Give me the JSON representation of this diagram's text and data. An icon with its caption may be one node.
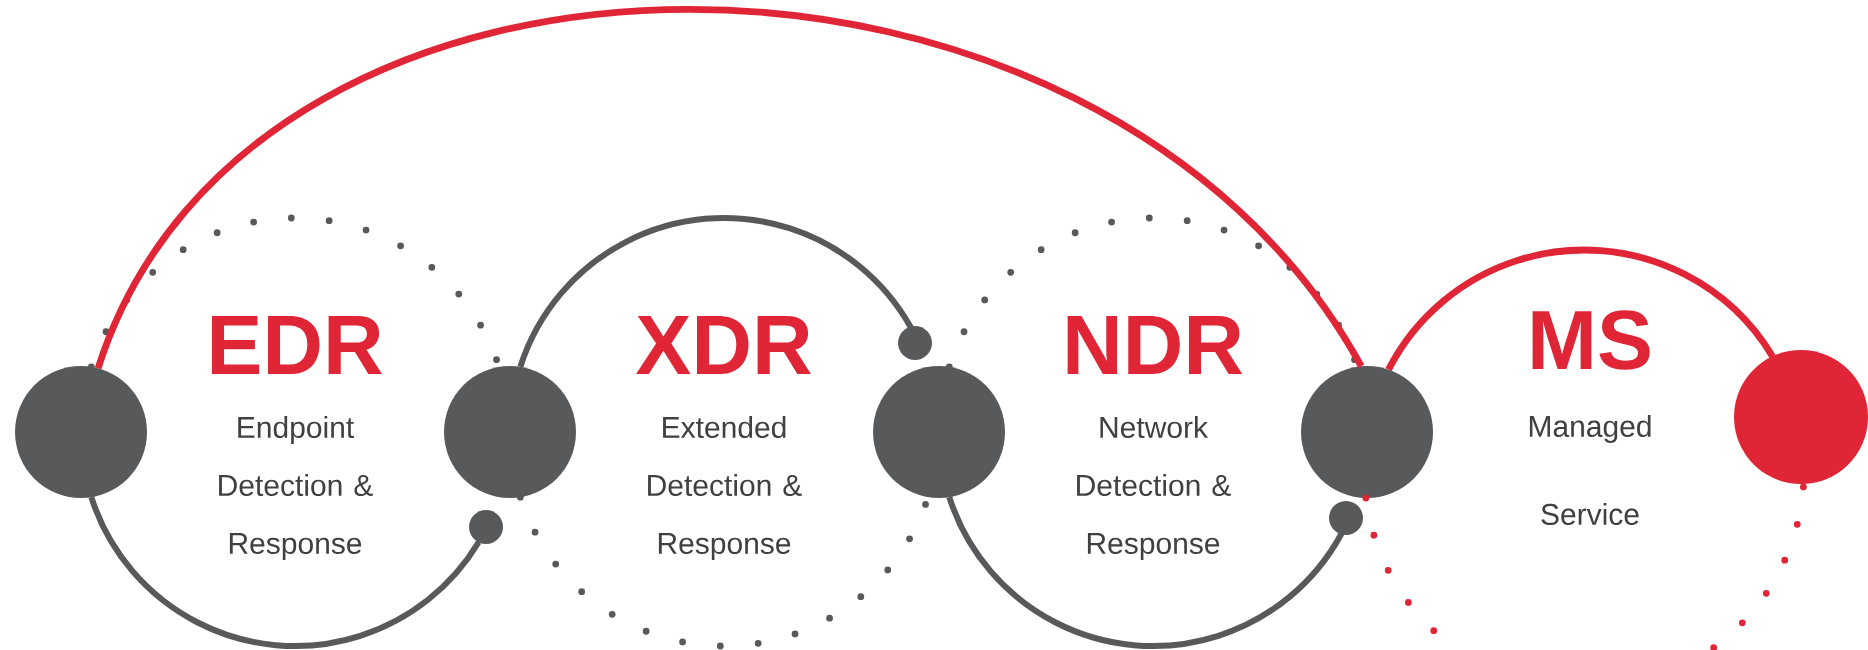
{
  "diagram": {
    "nodes": [
      {
        "text": [],
        "shape": "circle"
      },
      {
        "text": [],
        "shape": "circle"
      },
      {
        "text": [],
        "shape": "circle"
      },
      {
        "text": [],
        "shape": "circle"
      },
      {
        "text": [],
        "shape": "circle"
      },
      {
        "text": [],
        "shape": "circle"
      },
      {
        "text": [],
        "shape": "circle"
      },
      {
        "text": [],
        "shape": "circle"
      }
    ],
    "edges": [
      {
        "from": 0,
        "to": 1,
        "arrow": "none"
      },
      {
        "from": 0,
        "to": 2,
        "arrow": "none",
        "style": "dashed"
      },
      {
        "from": 2,
        "to": 3,
        "arrow": "none"
      },
      {
        "from": 2,
        "to": 4,
        "arrow": "none",
        "style": "dashed"
      },
      {
        "from": 4,
        "to": 5,
        "arrow": "none"
      },
      {
        "from": 4,
        "to": 6,
        "arrow": "none",
        "style": "dashed"
      },
      {
        "from": 0,
        "to": 6,
        "arrow": "none",
        "color": "#e02636"
      },
      {
        "from": 6,
        "to": 7,
        "arrow": "none",
        "color": "#e02636"
      },
      {
        "from": 6,
        "to": 7,
        "arrow": "none",
        "style": "dashed",
        "color": "#e02636"
      }
    ],
    "labels": [
      "EDR",
      "Endpoint Detection & Response",
      "XDR",
      "Extended Detection & Response",
      "NDR",
      "Network Detection & Response",
      "MS",
      "Managed Service"
    ]
  }
}
